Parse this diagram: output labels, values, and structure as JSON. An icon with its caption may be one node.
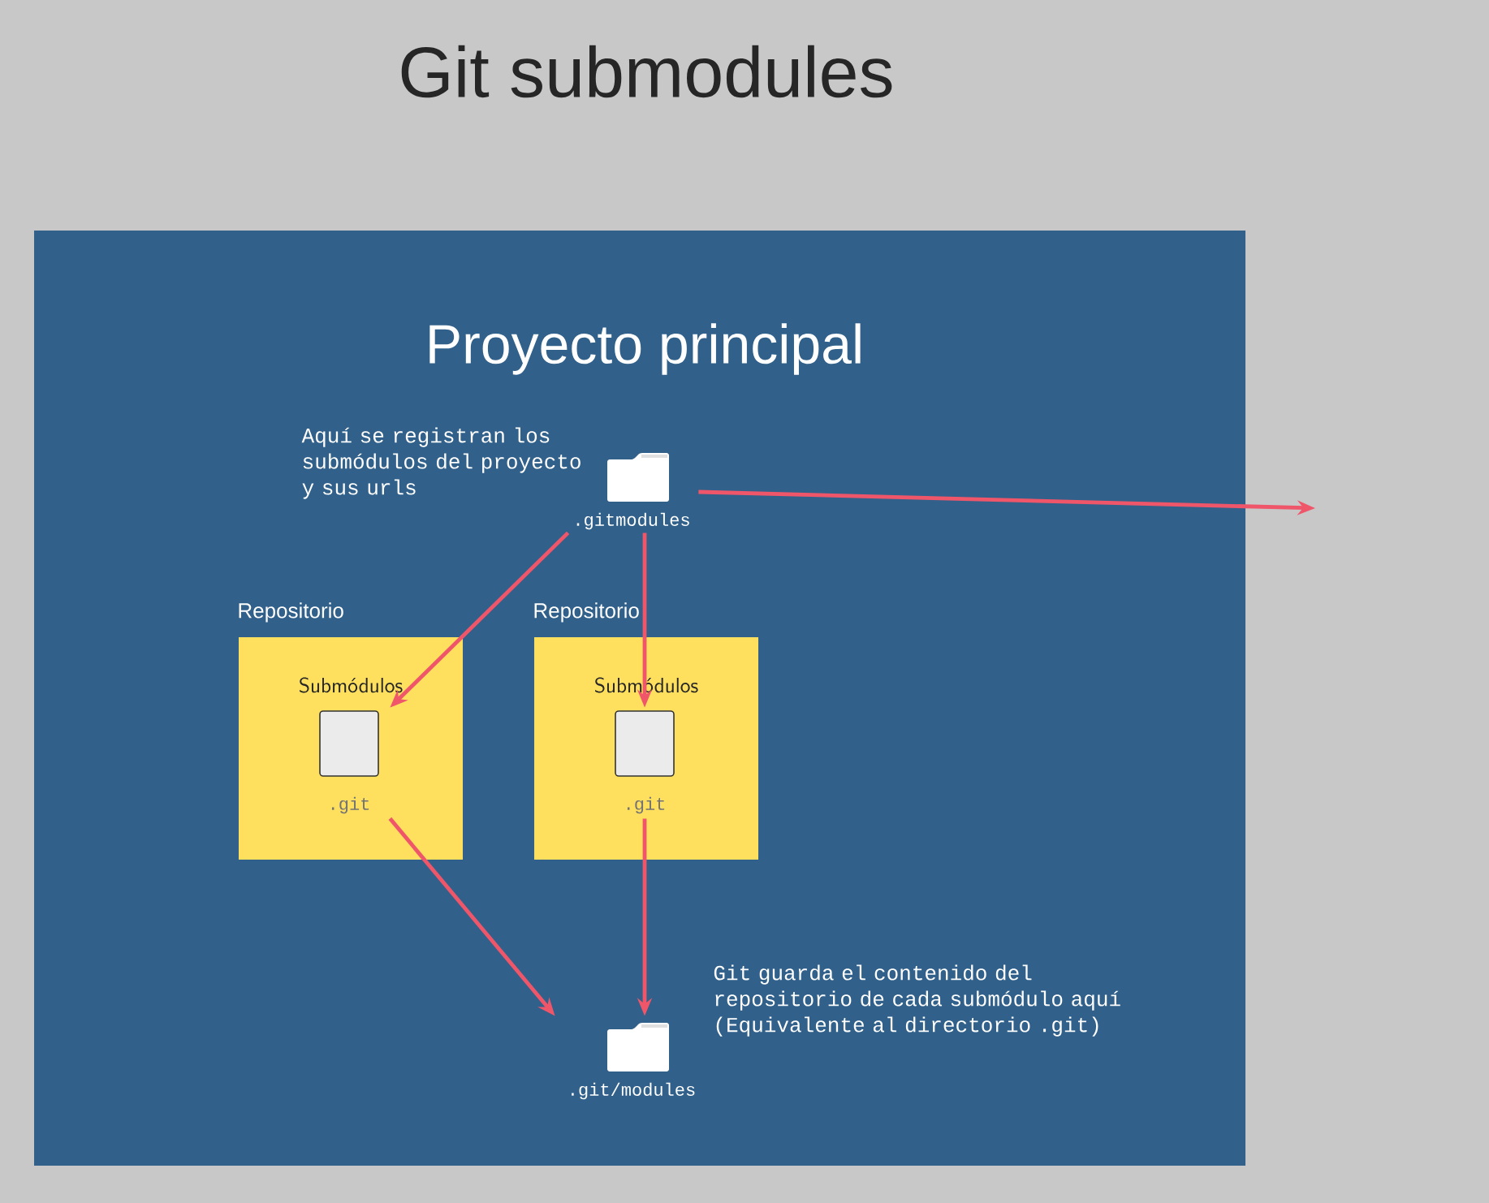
{
  "diagram": {
    "title": "Git submodules",
    "nodes": [
      {
        "text": [
          "Proyecto principal"
        ]
      },
      {
        "text": [
          ".gitmodules"
        ],
        "beside": [
          "Aquí se registran los submódulos del proyecto y sus urls"
        ],
        "in": 0
      },
      {
        "text": [
          "Repositorio",
          "Submódulos"
        ],
        "in": 0
      },
      {
        "text": [
          ".git"
        ],
        "in": 2
      },
      {
        "text": [
          "Repositorio",
          "Submódulos"
        ],
        "in": 0
      },
      {
        "text": [
          ".git"
        ],
        "in": 4
      },
      {
        "text": [
          ".git/modules"
        ],
        "beside": [
          "Git guarda el contenido del repositorio de cada submódulo aquí (Equivalente al directorio .git)"
        ],
        "in": 0
      }
    ],
    "edges": [
      {
        "from": 1,
        "to": 3,
        "arrow": "to"
      },
      {
        "from": 1,
        "to": 5,
        "arrow": "to"
      },
      {
        "from": 3,
        "to": 6,
        "arrow": "to"
      },
      {
        "from": 5,
        "to": 6,
        "arrow": "to"
      },
      {
        "from": 1,
        "to": null,
        "arrow": "to"
      }
    ]
  }
}
